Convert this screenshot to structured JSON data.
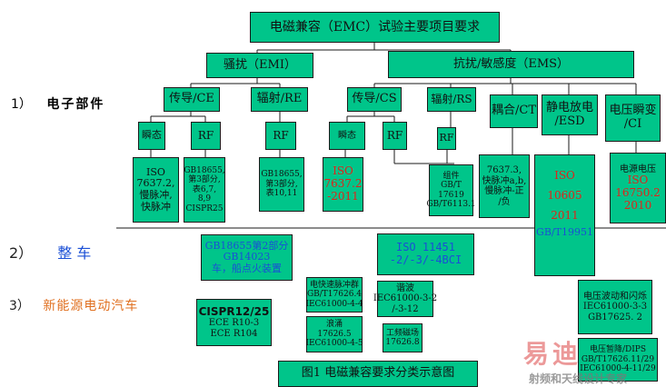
{
  "title": "电磁兼容（EMC）试验主要项目要求",
  "emi": "骚扰（EMI）",
  "ems": "抗扰/敏感度（EMS）",
  "ce": "传导/CE",
  "re": "辐射/RE",
  "cs": "传导/CS",
  "rs": "辐射/RS",
  "ct": "耦合/CT",
  "esd": [
    "静电放电",
    "/ESD"
  ],
  "ci": [
    "电压瞬变",
    "/CI"
  ],
  "transient1": "瞬态",
  "rf1": "RF",
  "rf2": "RF",
  "transient2": "瞬态",
  "rf3": "RF",
  "rf4": "RF",
  "std_iso7637_2": [
    "ISO",
    "7637.2,",
    "慢脉冲,",
    "快脉冲"
  ],
  "std_gb18655_a": [
    "GB18655,",
    "第3部分,",
    "表6,7,",
    "8,9",
    "CISPR25"
  ],
  "std_gb18655_b": [
    "GB18655,",
    "第3部分,",
    "表10,11"
  ],
  "std_iso7637_2011": [
    "ISO",
    "7637.2",
    "-2011"
  ],
  "std_gb17619": [
    "组件",
    "GB/T",
    "17619",
    "GB/T6113.1"
  ],
  "std_7637_3": [
    "7637.3,",
    "快脉冲a,b,",
    "慢脉冲-正",
    "/负"
  ],
  "std_iso10605": [
    "ISO",
    "10605",
    "2011",
    "GB/T19951"
  ],
  "std_iso16750": [
    "电源电压",
    "ISO",
    "16750.2",
    "2010"
  ],
  "label_1": "1）",
  "label_1_text": "电子部件",
  "label_2": "2）",
  "label_2_text": "整  车",
  "label_3": "3）",
  "label_3_text": "新能源电动汽车",
  "vehicle_gb18655": [
    "GB18655第2部分",
    "GB14023",
    "车，船点火装置"
  ],
  "vehicle_iso11451": [
    "ISO  11451",
    "-2/-3/-4BCI"
  ],
  "cispr12": [
    "CISPR12/25",
    "ECE R10-3",
    "ECE R104"
  ],
  "ev_fast_pulse": [
    "电快速脉冲群",
    "GB/T17626.4",
    "IEC61000-4-4"
  ],
  "ev_surge": [
    "浪涌",
    "17626.5",
    "IEC61000-4-5"
  ],
  "ev_harmonic": [
    "谐波",
    "IEC61000-3-2",
    "/-3-12"
  ],
  "ev_power_mag": [
    "工频磁场",
    "17626.8"
  ],
  "ev_flicker": [
    "电压波动和闪烁",
    "IEC61000-3-3",
    "GB17625. 2"
  ],
  "ev_dips": [
    "电压暂降/DIPS",
    "GB/T17626.11/29",
    "IEC61000-4-11/29"
  ],
  "caption": "图1 电磁兼容要求分类示意图",
  "watermark_main": "易迪",
  "watermark_sub": "射频和天线设计专家",
  "colors": {
    "box": "#00c58a",
    "red_text": "#e2231a",
    "blue_text": "#1a4fd6",
    "ev_label": "#e07020",
    "vehicle_label": "#1a4fd6"
  }
}
